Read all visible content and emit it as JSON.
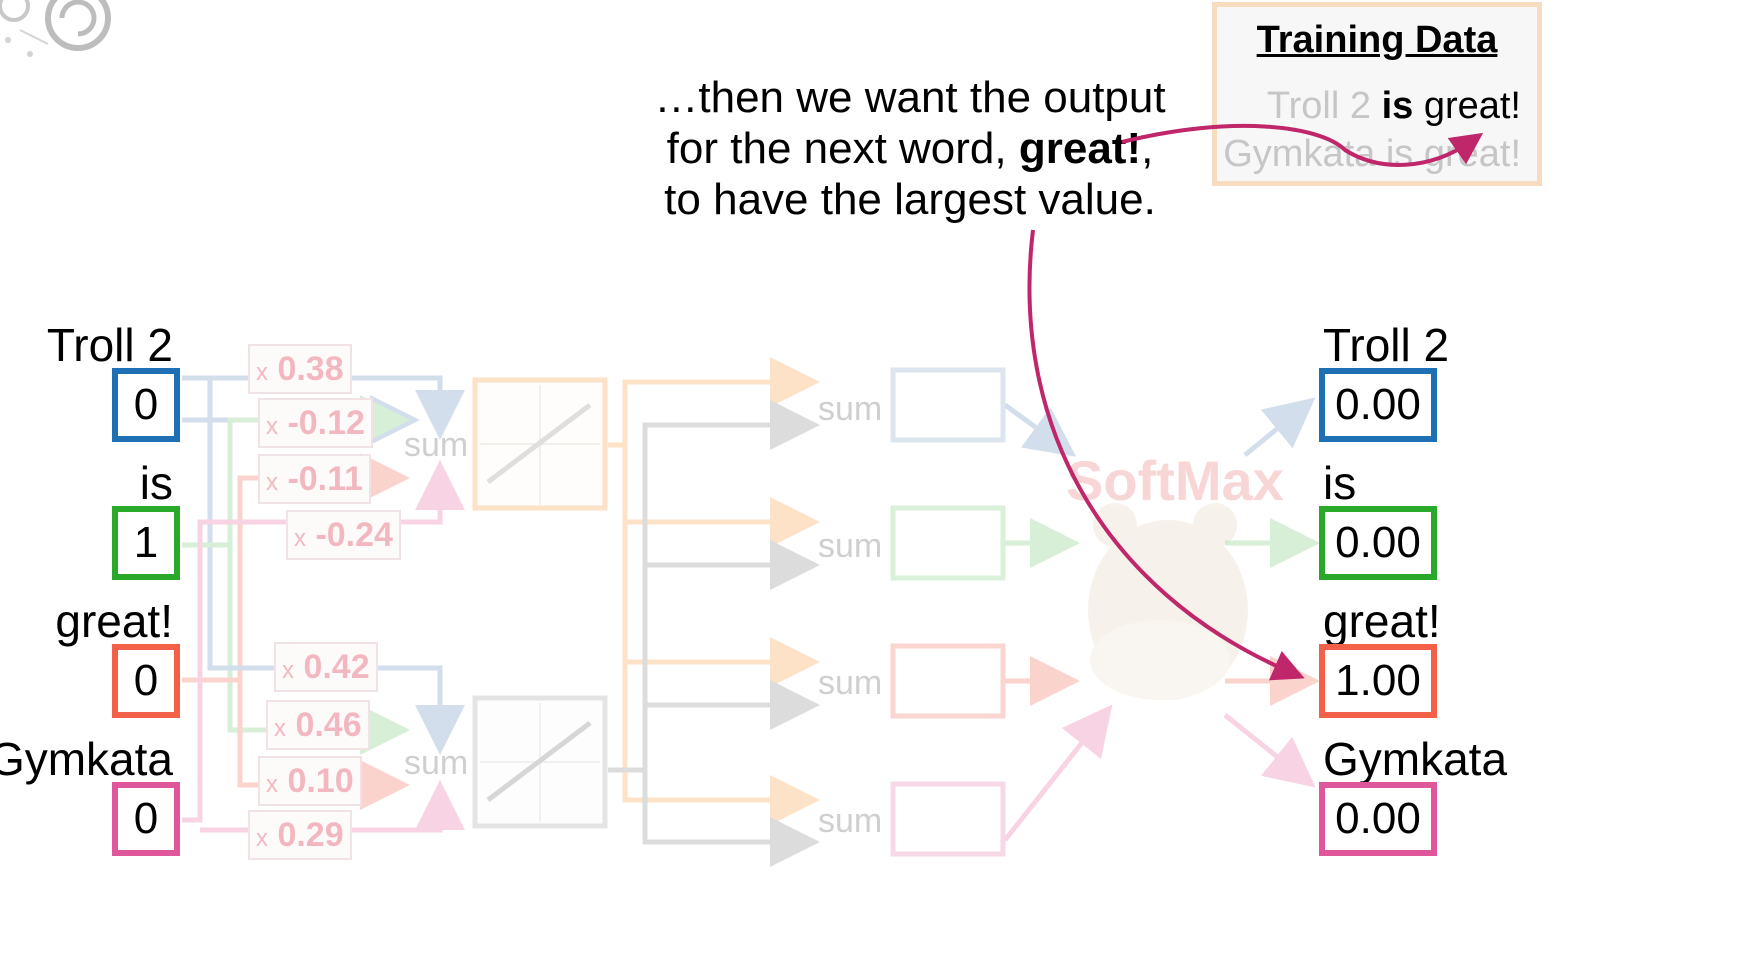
{
  "caption": {
    "line1": "…then we want the output",
    "line2_pre": "for the next word, ",
    "line2_bold": "great!",
    "line2_post": ",",
    "line3": "to have the largest value."
  },
  "training_data": {
    "title": "Training Data",
    "line1_pre": "Troll 2 ",
    "line1_bold": "is",
    "line1_post": " great!",
    "line2": "Gymkata is great!"
  },
  "inputs": [
    {
      "word": "Troll 2",
      "value": "0",
      "color": "#1f6fb4"
    },
    {
      "word": "is",
      "value": "1",
      "color": "#2aa82a"
    },
    {
      "word": "great!",
      "value": "0",
      "color": "#f2604a"
    },
    {
      "word": "Gymkata",
      "value": "0",
      "color": "#e0569a"
    }
  ],
  "outputs": [
    {
      "word": "Troll 2",
      "value": "0.00",
      "color": "#1f6fb4"
    },
    {
      "word": "is",
      "value": "0.00",
      "color": "#2aa82a"
    },
    {
      "word": "great!",
      "value": "1.00",
      "color": "#f2604a"
    },
    {
      "word": "Gymkata",
      "value": "0.00",
      "color": "#e0569a"
    }
  ],
  "weights": {
    "top": [
      {
        "op": "x",
        "value": "0.38"
      },
      {
        "op": "x",
        "value": "-0.12"
      },
      {
        "op": "x",
        "value": "-0.11"
      },
      {
        "op": "x",
        "value": "-0.24"
      }
    ],
    "bottom": [
      {
        "op": "x",
        "value": "0.42"
      },
      {
        "op": "x",
        "value": "0.46"
      },
      {
        "op": "x",
        "value": "0.10"
      },
      {
        "op": "x",
        "value": "0.29"
      }
    ]
  },
  "sum_label": "sum",
  "softmax_label": "SoftMax",
  "arrow_color": "#c0266a"
}
